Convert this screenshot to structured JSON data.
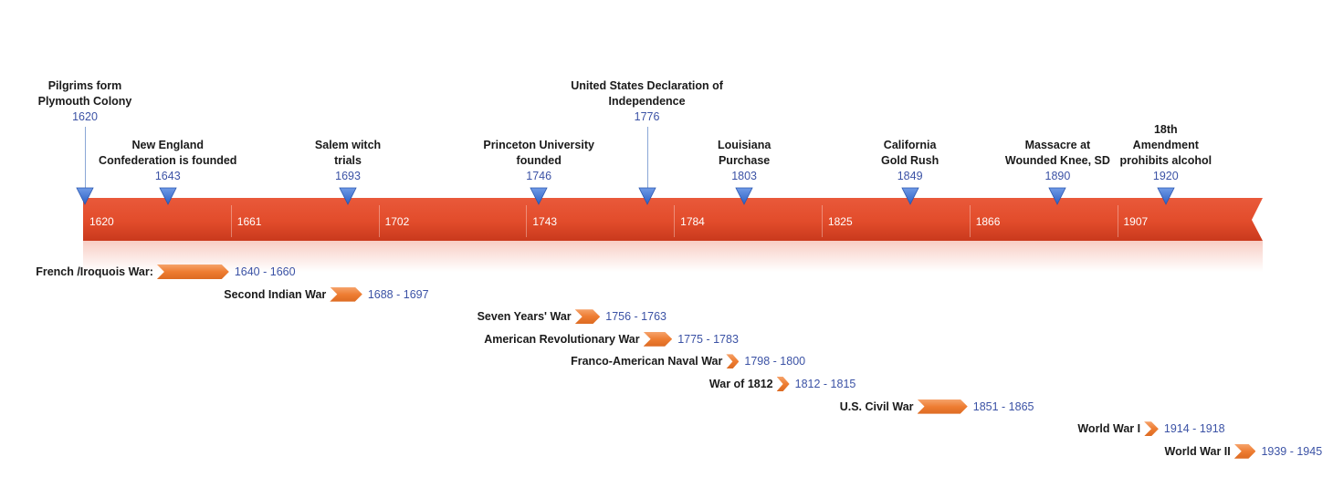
{
  "chart_data": {
    "type": "timeline",
    "axis": {
      "ticks": [
        "1620",
        "1661",
        "1702",
        "1743",
        "1784",
        "1825",
        "1866",
        "1907"
      ]
    },
    "events": [
      {
        "title": "Pilgrims form\nPlymouth Colony",
        "year": "1620",
        "value": 1620,
        "tier": "high"
      },
      {
        "title": "New England\nConfederation is founded",
        "year": "1643",
        "value": 1643,
        "tier": "low"
      },
      {
        "title": "Salem witch\ntrials",
        "year": "1693",
        "value": 1693,
        "tier": "low"
      },
      {
        "title": "Princeton University\nfounded",
        "year": "1746",
        "value": 1746,
        "tier": "low"
      },
      {
        "title": "United States Declaration of\nIndependence",
        "year": "1776",
        "value": 1776,
        "tier": "high"
      },
      {
        "title": "Louisiana\nPurchase",
        "year": "1803",
        "value": 1803,
        "tier": "low"
      },
      {
        "title": "California\nGold Rush",
        "year": "1849",
        "value": 1849,
        "tier": "low"
      },
      {
        "title": "Massacre at\nWounded Knee, SD",
        "year": "1890",
        "value": 1890,
        "tier": "low"
      },
      {
        "title": "18th\nAmendment\nprohibits alcohol",
        "year": "1920",
        "value": 1920,
        "tier": "low3"
      }
    ],
    "spans": [
      {
        "label": "French /Iroquois War:",
        "range": "1640 - 1660",
        "start": 1640,
        "end": 1660
      },
      {
        "label": "Second Indian War",
        "range": "1688 - 1697",
        "start": 1688,
        "end": 1697
      },
      {
        "label": "Seven Years' War",
        "range": "1756 - 1763",
        "start": 1756,
        "end": 1763
      },
      {
        "label": "American Revolutionary War",
        "range": "1775 - 1783",
        "start": 1775,
        "end": 1783
      },
      {
        "label": "Franco-American Naval War",
        "range": "1798 - 1800",
        "start": 1798,
        "end": 1800
      },
      {
        "label": "War of 1812",
        "range": "1812 - 1815",
        "start": 1812,
        "end": 1815
      },
      {
        "label": "U.S. Civil War",
        "range": "1851 - 1865",
        "start": 1851,
        "end": 1865
      },
      {
        "label": "World War I",
        "range": "1914 - 1918",
        "start": 1914,
        "end": 1918
      },
      {
        "label": "World War II",
        "range": "1939 - 1945",
        "start": 1939,
        "end": 1945
      }
    ],
    "colors": {
      "bar": "#e24c2b",
      "span": "#ee7d32",
      "marker": "#3f74d6",
      "year_text": "#3b52a5"
    }
  }
}
